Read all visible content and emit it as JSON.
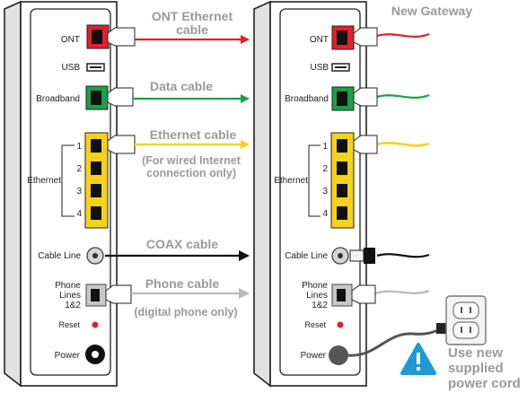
{
  "title": "New Gateway",
  "left_device": {
    "ont": "ONT",
    "usb": "USB",
    "broadband": "Broadband",
    "ethernet": "Ethernet",
    "ports": [
      "1",
      "2",
      "3",
      "4"
    ],
    "cable_line": "Cable Line",
    "phone_lines": [
      "Phone",
      "Lines",
      "1&2"
    ],
    "reset": "Reset",
    "power": "Power"
  },
  "right_device": {
    "ont": "ONT",
    "usb": "USB",
    "broadband": "Broadband",
    "ethernet": "Ethernet",
    "ports": [
      "1",
      "2",
      "3",
      "4"
    ],
    "cable_line": "Cable Line",
    "phone_lines": [
      "Phone",
      "Lines",
      "1&2"
    ],
    "reset": "Reset",
    "power": "Power"
  },
  "cables": {
    "ont": [
      "ONT Ethernet",
      "cable"
    ],
    "data": "Data cable",
    "ethernet": "Ethernet cable",
    "ethernet_note": [
      "(For wired Internet",
      "connection only)"
    ],
    "coax": "COAX cable",
    "phone": "Phone cable",
    "phone_note": "(digital phone only)"
  },
  "power_note": [
    "Use new",
    "supplied",
    "power cord"
  ],
  "colors": {
    "red": "#e3202a",
    "green": "#1aa04a",
    "yellow": "#f5d21a",
    "black": "#111111",
    "gray": "#b8b8b8",
    "caption": "#9a9a9a",
    "warning": "#1c9ad6"
  }
}
